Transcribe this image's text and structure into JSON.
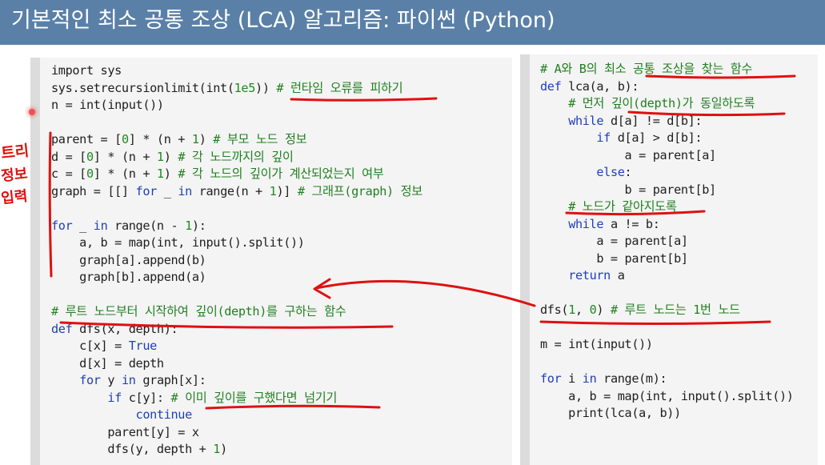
{
  "title": "기본적인 최소 공통 조상 (LCA) 알고리즘: 파이썬 (Python)",
  "handwritten_note": "트리 정보 입력",
  "colors": {
    "title_bar": "#5a80a8",
    "keyword": "#1f40b8",
    "number": "#1f8a1f",
    "comment": "#208020",
    "annotation": "#e01010"
  },
  "left_code": [
    [
      {
        "t": "txt",
        "v": "import sys"
      }
    ],
    [
      {
        "t": "txt",
        "v": "sys.setrecursionlimit(int("
      },
      {
        "t": "num",
        "v": "1e5"
      },
      {
        "t": "txt",
        "v": ")) "
      },
      {
        "t": "cm",
        "v": "# 런타임 오류를 피하기"
      }
    ],
    [
      {
        "t": "txt",
        "v": "n = int(input())"
      }
    ],
    [],
    [
      {
        "t": "txt",
        "v": "parent = ["
      },
      {
        "t": "num",
        "v": "0"
      },
      {
        "t": "txt",
        "v": "] * (n + "
      },
      {
        "t": "num",
        "v": "1"
      },
      {
        "t": "txt",
        "v": ") "
      },
      {
        "t": "cm",
        "v": "# 부모 노드 정보"
      }
    ],
    [
      {
        "t": "txt",
        "v": "d = ["
      },
      {
        "t": "num",
        "v": "0"
      },
      {
        "t": "txt",
        "v": "] * (n + "
      },
      {
        "t": "num",
        "v": "1"
      },
      {
        "t": "txt",
        "v": ") "
      },
      {
        "t": "cm",
        "v": "# 각 노드까지의 깊이"
      }
    ],
    [
      {
        "t": "txt",
        "v": "c = ["
      },
      {
        "t": "num",
        "v": "0"
      },
      {
        "t": "txt",
        "v": "] * (n + "
      },
      {
        "t": "num",
        "v": "1"
      },
      {
        "t": "txt",
        "v": ") "
      },
      {
        "t": "cm",
        "v": "# 각 노드의 깊이가 계산되었는지 여부"
      }
    ],
    [
      {
        "t": "txt",
        "v": "graph = [[] "
      },
      {
        "t": "kw",
        "v": "for"
      },
      {
        "t": "txt",
        "v": " _ "
      },
      {
        "t": "kw",
        "v": "in"
      },
      {
        "t": "txt",
        "v": " range(n + "
      },
      {
        "t": "num",
        "v": "1"
      },
      {
        "t": "txt",
        "v": ")] "
      },
      {
        "t": "cm",
        "v": "# 그래프(graph) 정보"
      }
    ],
    [],
    [
      {
        "t": "kw",
        "v": "for"
      },
      {
        "t": "txt",
        "v": " _ "
      },
      {
        "t": "kw",
        "v": "in"
      },
      {
        "t": "txt",
        "v": " range(n - "
      },
      {
        "t": "num",
        "v": "1"
      },
      {
        "t": "txt",
        "v": "):"
      }
    ],
    [
      {
        "t": "txt",
        "v": "    a, b = map(int, input().split())"
      }
    ],
    [
      {
        "t": "txt",
        "v": "    graph[a].append(b)"
      }
    ],
    [
      {
        "t": "txt",
        "v": "    graph[b].append(a)"
      }
    ],
    [],
    [
      {
        "t": "cm",
        "v": "# 루트 노드부터 시작하여 깊이(depth)를 구하는 함수"
      }
    ],
    [
      {
        "t": "kw",
        "v": "def"
      },
      {
        "t": "txt",
        "v": " dfs(x, depth):"
      }
    ],
    [
      {
        "t": "txt",
        "v": "    c[x] = "
      },
      {
        "t": "kw",
        "v": "True"
      }
    ],
    [
      {
        "t": "txt",
        "v": "    d[x] = depth"
      }
    ],
    [
      {
        "t": "txt",
        "v": "    "
      },
      {
        "t": "kw",
        "v": "for"
      },
      {
        "t": "txt",
        "v": " y "
      },
      {
        "t": "kw",
        "v": "in"
      },
      {
        "t": "txt",
        "v": " graph[x]:"
      }
    ],
    [
      {
        "t": "txt",
        "v": "        "
      },
      {
        "t": "kw",
        "v": "if"
      },
      {
        "t": "txt",
        "v": " c[y]: "
      },
      {
        "t": "cm",
        "v": "# 이미 깊이를 구했다면 넘기기"
      }
    ],
    [
      {
        "t": "txt",
        "v": "            "
      },
      {
        "t": "kw",
        "v": "continue"
      }
    ],
    [
      {
        "t": "txt",
        "v": "        parent[y] = x"
      }
    ],
    [
      {
        "t": "txt",
        "v": "        dfs(y, depth + "
      },
      {
        "t": "num",
        "v": "1"
      },
      {
        "t": "txt",
        "v": ")"
      }
    ]
  ],
  "right_code": [
    [
      {
        "t": "cm",
        "v": "# A와 B의 최소 공통 조상을 찾는 함수"
      }
    ],
    [
      {
        "t": "kw",
        "v": "def"
      },
      {
        "t": "txt",
        "v": " lca(a, b):"
      }
    ],
    [
      {
        "t": "txt",
        "v": "    "
      },
      {
        "t": "cm",
        "v": "# 먼저 깊이(depth)가 동일하도록"
      }
    ],
    [
      {
        "t": "txt",
        "v": "    "
      },
      {
        "t": "kw",
        "v": "while"
      },
      {
        "t": "txt",
        "v": " d[a] != d[b]:"
      }
    ],
    [
      {
        "t": "txt",
        "v": "        "
      },
      {
        "t": "kw",
        "v": "if"
      },
      {
        "t": "txt",
        "v": " d[a] > d[b]:"
      }
    ],
    [
      {
        "t": "txt",
        "v": "            a = parent[a]"
      }
    ],
    [
      {
        "t": "txt",
        "v": "        "
      },
      {
        "t": "kw",
        "v": "else"
      },
      {
        "t": "txt",
        "v": ":"
      }
    ],
    [
      {
        "t": "txt",
        "v": "            b = parent[b]"
      }
    ],
    [
      {
        "t": "txt",
        "v": "    "
      },
      {
        "t": "cm",
        "v": "# 노드가 같아지도록"
      }
    ],
    [
      {
        "t": "txt",
        "v": "    "
      },
      {
        "t": "kw",
        "v": "while"
      },
      {
        "t": "txt",
        "v": " a != b:"
      }
    ],
    [
      {
        "t": "txt",
        "v": "        a = parent[a]"
      }
    ],
    [
      {
        "t": "txt",
        "v": "        b = parent[b]"
      }
    ],
    [
      {
        "t": "txt",
        "v": "    "
      },
      {
        "t": "kw",
        "v": "return"
      },
      {
        "t": "txt",
        "v": " a"
      }
    ],
    [],
    [
      {
        "t": "txt",
        "v": "dfs("
      },
      {
        "t": "num",
        "v": "1"
      },
      {
        "t": "txt",
        "v": ", "
      },
      {
        "t": "num",
        "v": "0"
      },
      {
        "t": "txt",
        "v": ") "
      },
      {
        "t": "cm",
        "v": "# 루트 노드는 1번 노드"
      }
    ],
    [],
    [
      {
        "t": "txt",
        "v": "m = int(input())"
      }
    ],
    [],
    [
      {
        "t": "kw",
        "v": "for"
      },
      {
        "t": "txt",
        "v": " i "
      },
      {
        "t": "kw",
        "v": "in"
      },
      {
        "t": "txt",
        "v": " range(m):"
      }
    ],
    [
      {
        "t": "txt",
        "v": "    a, b = map(int, input().split())"
      }
    ],
    [
      {
        "t": "txt",
        "v": "    print(lca(a, b))"
      }
    ]
  ]
}
